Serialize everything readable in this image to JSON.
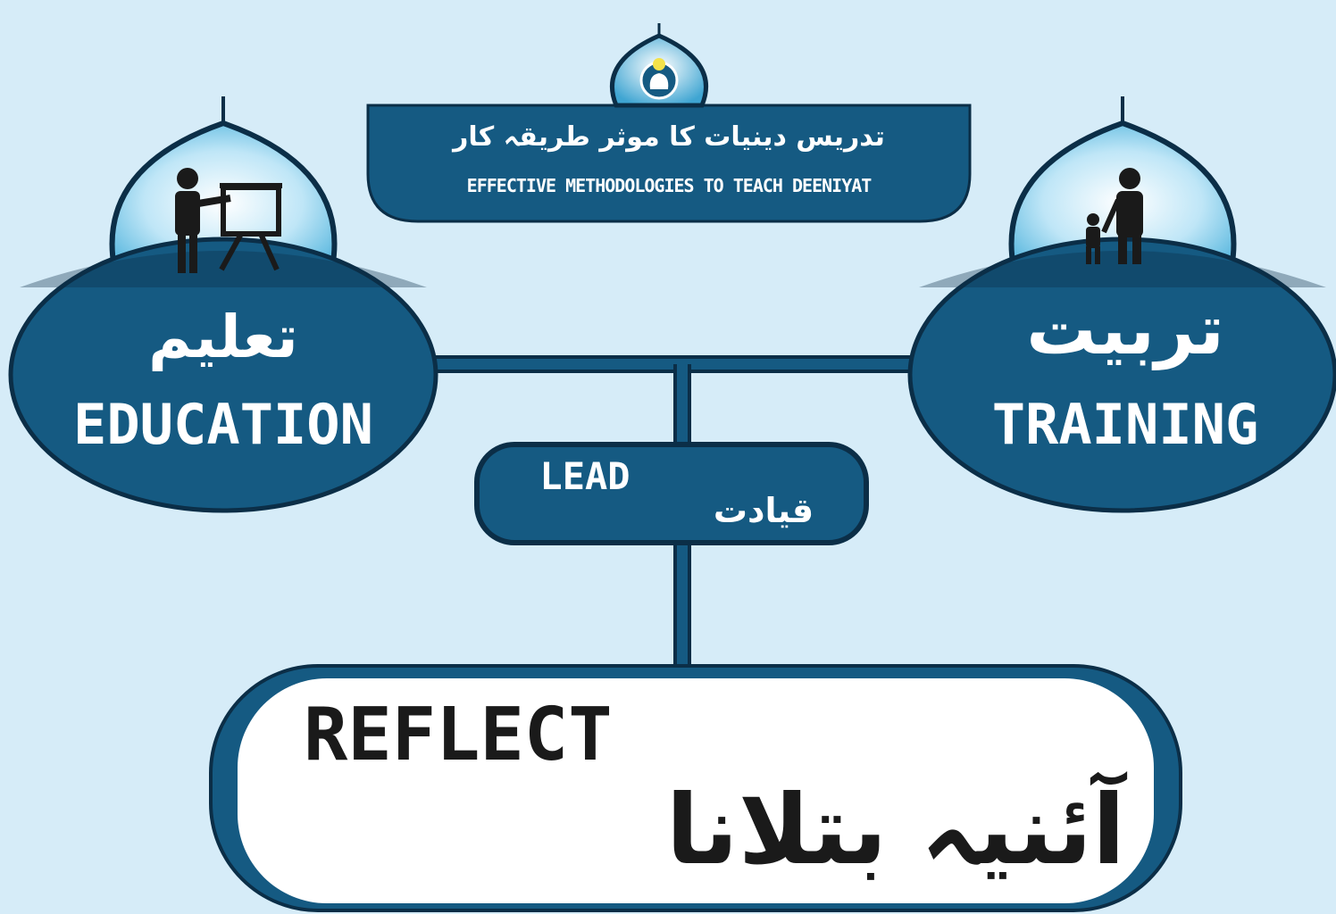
{
  "header": {
    "title_urdu": "تدریس دینیات کا موثر طریقہ کار",
    "title_english": "EFFECTIVE METHODOLOGIES TO TEACH DEENIYAT",
    "logo_icon": "lightbulb-head-icon"
  },
  "nodes": {
    "education": {
      "urdu": "تعلیم",
      "english": "EDUCATION",
      "icon": "teacher-board-icon"
    },
    "training": {
      "urdu": "تربیت",
      "english": "TRAINING",
      "icon": "parent-child-icon"
    },
    "lead": {
      "urdu": "قیادت",
      "english": "LEAD"
    },
    "reflect": {
      "urdu": "آئنیہ بتلانا",
      "english": "REFLECT"
    }
  },
  "colors": {
    "background": "#d6ecf8",
    "primary_dark": "#155a82",
    "outline": "#0b2e47",
    "dome_light": "#aee0f5",
    "white": "#ffffff",
    "text_dark": "#1a1a1a"
  }
}
